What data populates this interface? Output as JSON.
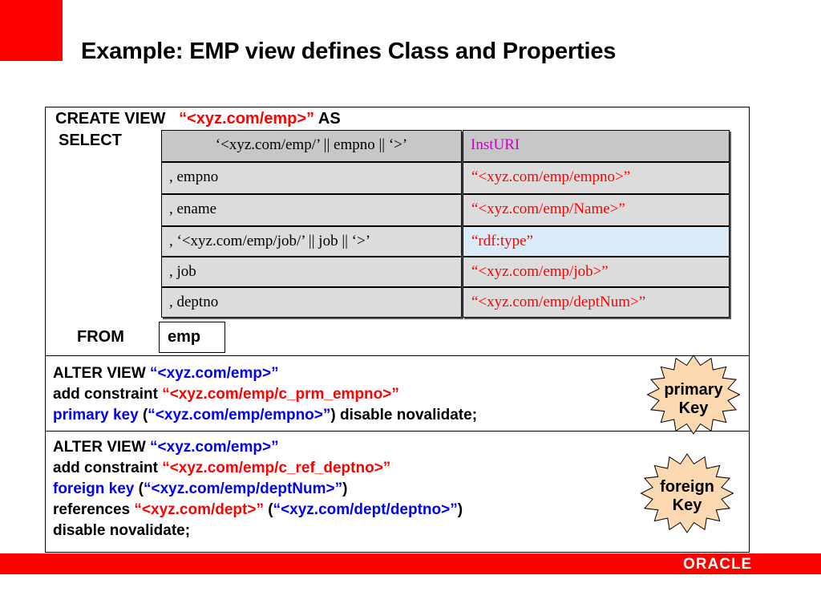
{
  "title": "Example: EMP view defines Class and Properties",
  "create_view": {
    "prefix": "CREATE VIEW",
    "name": "“<xyz.com/emp>”",
    "suffix": "AS",
    "select": "SELECT",
    "from": "FROM",
    "from_table": "emp"
  },
  "mapping_rows": [
    {
      "column": "‘<xyz.com/emp/’ || empno || ‘>’",
      "property": "InstURI"
    },
    {
      "column": ", empno",
      "property": "“<xyz.com/emp/empno>”"
    },
    {
      "column": ", ename",
      "property": "“<xyz.com/emp/Name>”"
    },
    {
      "column": ", ‘<xyz.com/emp/job/’ || job || ‘>’",
      "property": "“rdf:type”"
    },
    {
      "column": ", job",
      "property": "“<xyz.com/emp/job>”"
    },
    {
      "column": ", deptno",
      "property": "“<xyz.com/emp/deptNum>”"
    }
  ],
  "primary_block": {
    "l1_a": "ALTER VIEW ",
    "l1_b": "“<xyz.com/emp>”",
    "l2_a": "add constraint ",
    "l2_b": "“<xyz.com/emp/c_prm_empno>”",
    "l3_a": "primary key",
    "l3_b": " (",
    "l3_c": "“<xyz.com/emp/empno>”",
    "l3_d": ") disable novalidate;"
  },
  "foreign_block": {
    "l1_a": "ALTER VIEW ",
    "l1_b": "“<xyz.com/emp>”",
    "l2_a": "add constraint ",
    "l2_b": "“<xyz.com/emp/c_ref_deptno>”",
    "l3_a": "foreign key",
    "l3_b": " (",
    "l3_c": "“<xyz.com/emp/deptNum>”",
    "l3_d": ")",
    "l4_a": "references ",
    "l4_b": "“<xyz.com/dept>”",
    "l4_c": " (",
    "l4_d": "“<xyz.com/dept/deptno>”",
    "l4_e": ")",
    "l5": "disable novalidate;"
  },
  "badges": {
    "primary_line1": "primary",
    "primary_line2": "Key",
    "foreign_line1": "foreign",
    "foreign_line2": "Key"
  },
  "footer": {
    "brand": "ORACLE"
  },
  "colors": {
    "accent_red": "#ff0000",
    "keyword_blue": "#0000ff",
    "header_magenta": "#cc00cc",
    "star_fill": "#fcd9b0"
  },
  "icons": {
    "brand_mark": "red-square",
    "badge_shape": "starburst"
  }
}
